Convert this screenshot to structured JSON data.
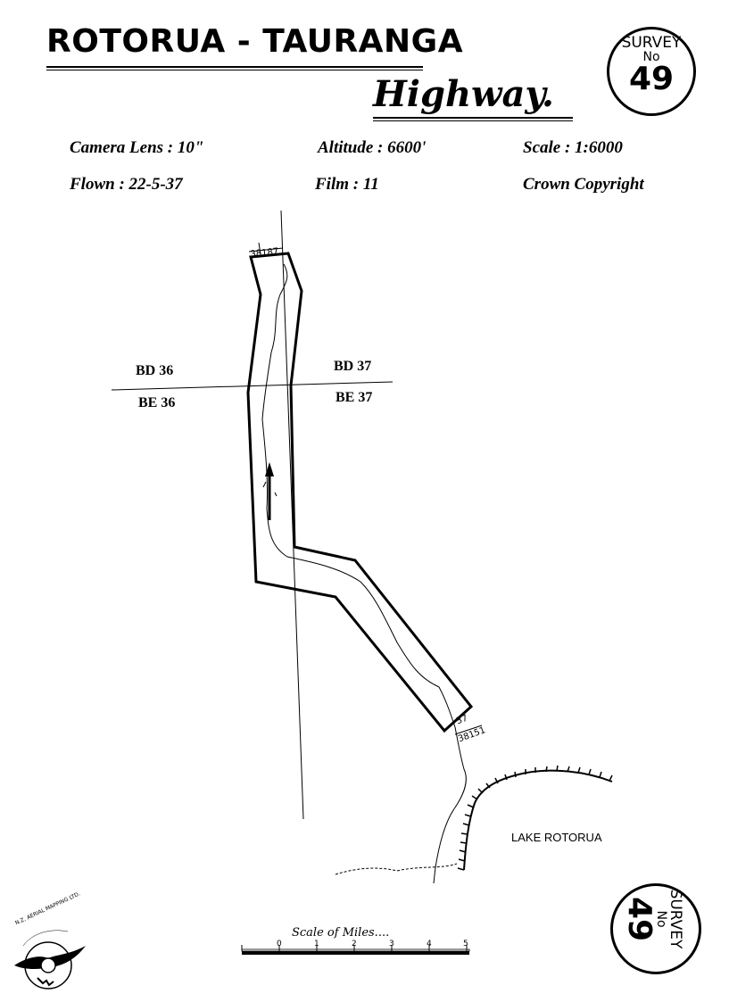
{
  "title": {
    "main": "ROTORUA - TAURANGA",
    "sub": "Highway."
  },
  "badge": {
    "survey": "SURVEY",
    "no": "No",
    "number": "49"
  },
  "metadata": {
    "camera_lens": "Camera Lens : 10\"",
    "altitude": "Altitude : 6600'",
    "scale": "Scale : 1:6000",
    "flown": "Flown : 22-5-37",
    "film": "Film : 11",
    "copyright": "Crown Copyright"
  },
  "map": {
    "grid_labels": {
      "bd36": "BD 36",
      "bd37": "BD 37",
      "be36": "BE 36",
      "be37": "BE 37"
    },
    "run_labels": {
      "top": "38187",
      "bottom_a": "37",
      "bottom_b": "38151"
    },
    "lake": "LAKE ROTORUA"
  },
  "scale_bar": {
    "title": "Scale of Miles....",
    "ticks": [
      "0",
      "1",
      "2",
      "3",
      "4",
      "5"
    ]
  },
  "logo": {
    "text": "N.Z. AERIAL MAPPING LTD."
  }
}
